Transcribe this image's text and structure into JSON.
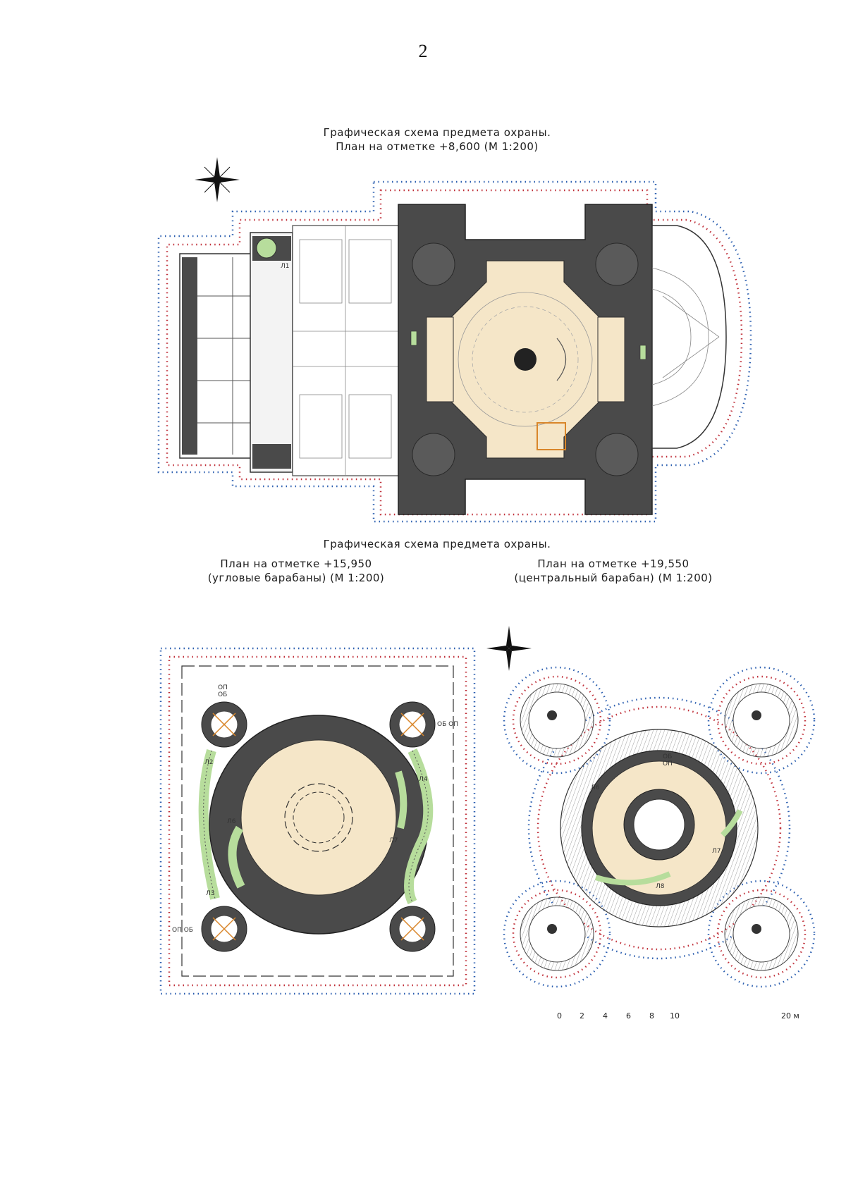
{
  "page_number": "2",
  "plan1": {
    "title_line1": "Графическая схема предмета охраны.",
    "title_line2": "План на отметке +8,600 (М 1:200)",
    "label_l1": "Л1"
  },
  "plan_group": {
    "title": "Графическая схема предмета охраны."
  },
  "plan2": {
    "title_line1": "План на отметке +15,950",
    "title_line2": "(угловые барабаны) (М 1:200)",
    "labels": [
      "ОП",
      "ОБ",
      "ОБ ОП",
      "ОП ОБ",
      "Л2",
      "Л3",
      "Л4",
      "Л6",
      "Л7"
    ]
  },
  "plan3": {
    "title_line1": "План на отметке +19,550",
    "title_line2": "(центральный барабан)  (М 1:200)",
    "labels": [
      "Л6",
      "Л7",
      "Л8",
      "ОБ",
      "ОП"
    ]
  },
  "scale_bar": {
    "ticks": [
      "0",
      "2",
      "4",
      "6",
      "8",
      "10",
      "20 м"
    ]
  },
  "colors": {
    "wall_dark": "#4a4a4a",
    "floor_beige": "#f5e6c8",
    "stair_green": "#b7dd9c",
    "boundary_blue": "#2c5fb0",
    "boundary_red": "#c0303a",
    "accent_orange": "#d9862a"
  }
}
